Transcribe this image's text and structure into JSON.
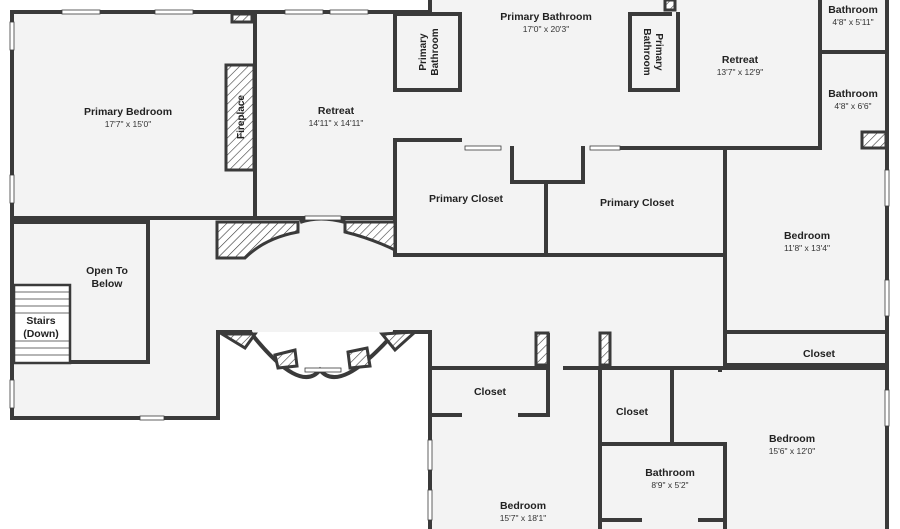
{
  "plan": {
    "colors": {
      "wall": "#3a3a3a",
      "floor": "#f3f3f3",
      "window": "#ffffff",
      "hatch": "#3a3a3a"
    },
    "rooms": [
      {
        "id": "primary-bedroom",
        "name": "Primary Bedroom",
        "dims": "17'7\" x 15'0\""
      },
      {
        "id": "retreat-left",
        "name": "Retreat",
        "dims": "14'11\" x 14'11\""
      },
      {
        "id": "primary-bathroom",
        "name": "Primary Bathroom",
        "dims": "17'0\" x 20'3\""
      },
      {
        "id": "retreat-right",
        "name": "Retreat",
        "dims": "13'7\" x 12'9\""
      },
      {
        "id": "bathroom-top-right",
        "name": "Bathroom",
        "dims": "4'8\" x 5'11\""
      },
      {
        "id": "bathroom-mid-right",
        "name": "Bathroom",
        "dims": "4'8\" x 6'6\""
      },
      {
        "id": "primary-closet-left",
        "name": "Primary Closet",
        "dims": ""
      },
      {
        "id": "primary-closet-right",
        "name": "Primary Closet",
        "dims": ""
      },
      {
        "id": "bedroom-right",
        "name": "Bedroom",
        "dims": "11'8\" x 13'4\""
      },
      {
        "id": "open-to-below",
        "name": "Open To Below",
        "dims": ""
      },
      {
        "id": "stairs",
        "name": "Stairs (Down)",
        "dims": ""
      },
      {
        "id": "closet-right",
        "name": "Closet",
        "dims": ""
      },
      {
        "id": "closet-center",
        "name": "Closet",
        "dims": ""
      },
      {
        "id": "closet-small",
        "name": "Closet",
        "dims": ""
      },
      {
        "id": "bedroom-bottom-right",
        "name": "Bedroom",
        "dims": "15'6\" x 12'0\""
      },
      {
        "id": "bathroom-bottom",
        "name": "Bathroom",
        "dims": "8'9\" x 5'2\""
      },
      {
        "id": "bedroom-bottom",
        "name": "Bedroom",
        "dims": "15'7\" x 18'1\""
      }
    ],
    "fixtures": {
      "fireplace": "Fireplace",
      "primary_bathroom_left": "Primary Bathroom",
      "primary_bathroom_right": "Primary Bathroom",
      "open_to_below_line1": "Open To",
      "open_to_below_line2": "Below",
      "stairs_line1": "Stairs",
      "stairs_line2": "(Down)"
    }
  }
}
